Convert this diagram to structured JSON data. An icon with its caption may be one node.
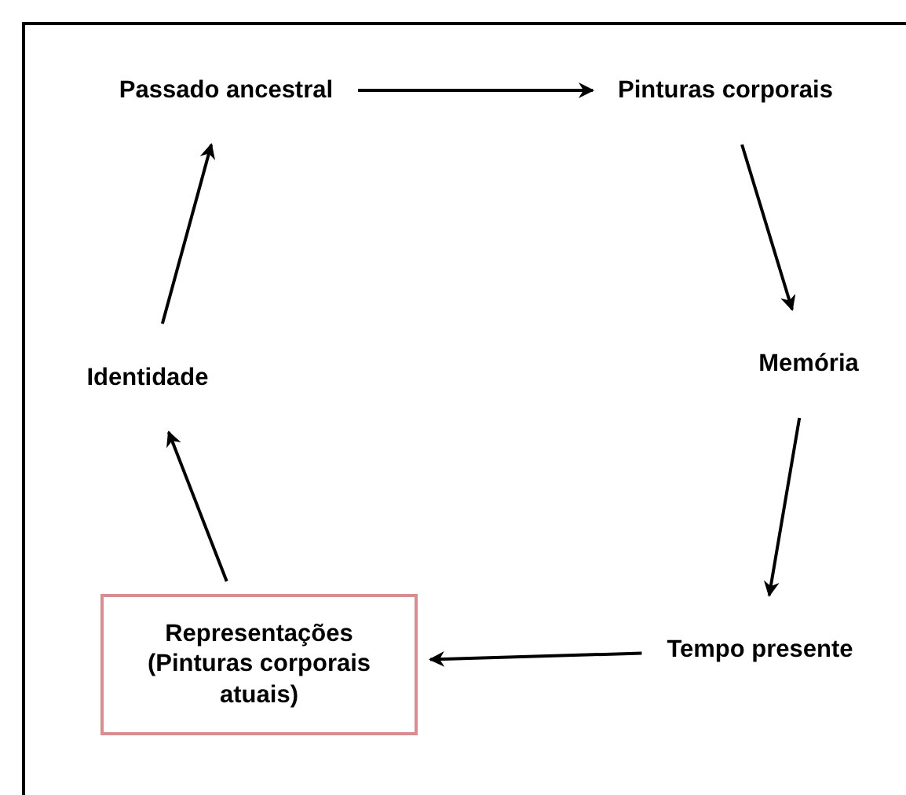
{
  "diagram": {
    "nodes": [
      {
        "text": [
          "Passado ancestral"
        ]
      },
      {
        "text": [
          "Pinturas corporais"
        ]
      },
      {
        "text": [
          "Memória"
        ]
      },
      {
        "text": [
          "Tempo presente"
        ]
      },
      {
        "text": [
          "Representações (Pinturas corporais atuais)"
        ]
      },
      {
        "text": [
          "Identidade"
        ]
      }
    ],
    "edges": [
      {
        "from": 0,
        "to": 1,
        "arrow": "to"
      },
      {
        "from": 1,
        "to": 2,
        "arrow": "to"
      },
      {
        "from": 2,
        "to": 3,
        "arrow": "to"
      },
      {
        "from": 3,
        "to": 4,
        "arrow": "to"
      },
      {
        "from": 4,
        "to": 5,
        "arrow": "to"
      },
      {
        "from": 5,
        "to": 0,
        "arrow": "to"
      }
    ]
  }
}
